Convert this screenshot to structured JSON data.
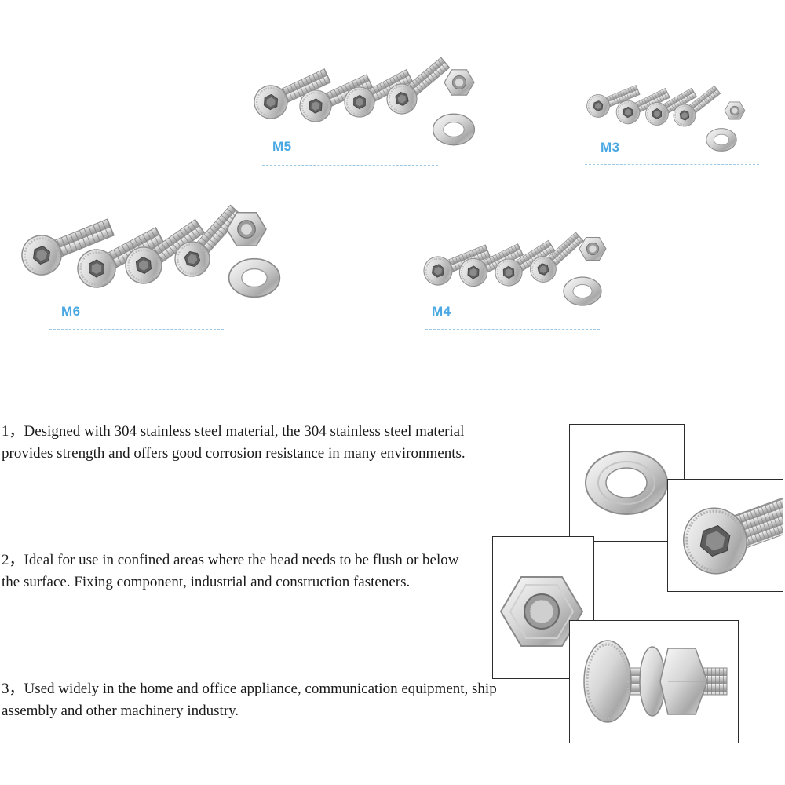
{
  "sizes": [
    {
      "id": "m5",
      "label": "M5"
    },
    {
      "id": "m3",
      "label": "M3"
    },
    {
      "id": "m6",
      "label": "M6"
    },
    {
      "id": "m4",
      "label": "M4"
    }
  ],
  "features": [
    {
      "text": "1，Designed with 304 stainless steel material, the 304 stainless steel material provides strength and offers good corrosion resistance in many environments."
    },
    {
      "text": "2，Ideal for use in confined areas where the head needs to be flush or below the surface. Fixing component, industrial and construction fasteners."
    },
    {
      "text": "3，Used widely in the home and office appliance, communication equipment, ship assembly and other machinery industry."
    }
  ],
  "photos": [
    {
      "id": "washer",
      "icon": "flat-washer"
    },
    {
      "id": "bolt-head",
      "icon": "socket-head-cap-screw"
    },
    {
      "id": "nut",
      "icon": "hex-nut"
    },
    {
      "id": "assembly",
      "icon": "bolt-washer-nut-assembly"
    }
  ],
  "colors": {
    "label": "#4aa8e2",
    "steel_light": "#f2f2f2",
    "steel_dark": "#8a8a8a",
    "text": "#1a1a1a"
  }
}
